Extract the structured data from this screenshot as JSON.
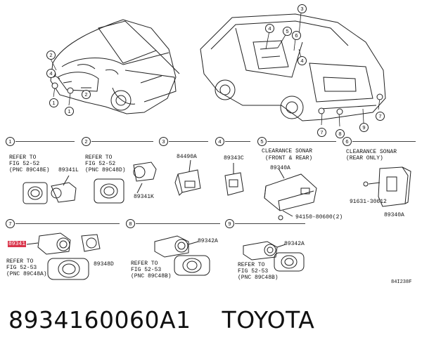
{
  "callouts": {
    "c1": "1",
    "c2": "2",
    "c3": "3",
    "c4": "4",
    "c5": "5",
    "c6": "6",
    "c7": "7",
    "c8": "8",
    "c9": "9"
  },
  "panels": [
    {
      "num": "1",
      "ref_lines": [
        "REFER TO",
        "FIG 52-52",
        "(PNC 89C48E)"
      ],
      "part": "89341L"
    },
    {
      "num": "2",
      "ref_lines": [
        "REFER TO",
        "FIG 52-52",
        "(PNC 89C48D)"
      ],
      "part": "89341K"
    },
    {
      "num": "3",
      "part": "84490A"
    },
    {
      "num": "4",
      "part": "89343C"
    },
    {
      "num": "5",
      "title_lines": [
        "CLEARANCE SONAR",
        "(FRONT & REAR)"
      ],
      "part": "89340A",
      "bolt": "94150-80600(2)"
    },
    {
      "num": "6",
      "title_lines": [
        "CLEARANCE SONAR",
        "(REAR ONLY)"
      ],
      "part": "89340A",
      "bolt": "91631-30612"
    },
    {
      "num": "7",
      "part_highlight": "89341",
      "part": "89348D",
      "ref_lines": [
        "REFER TO",
        "FIG 52-53",
        "(PNC 89C48A)"
      ]
    },
    {
      "num": "8",
      "part": "89342A",
      "ref_lines": [
        "REFER TO",
        "FIG 52-53",
        "(PNC 89C48B)"
      ]
    },
    {
      "num": "9",
      "part": "89342A",
      "ref_lines": [
        "REFER TO",
        "FIG 52-53",
        "(PNC 89C48B)"
      ]
    }
  ],
  "figure_code": "84I238F",
  "footer": {
    "part_number": "8934160060A1",
    "brand": "TOYOTA"
  }
}
